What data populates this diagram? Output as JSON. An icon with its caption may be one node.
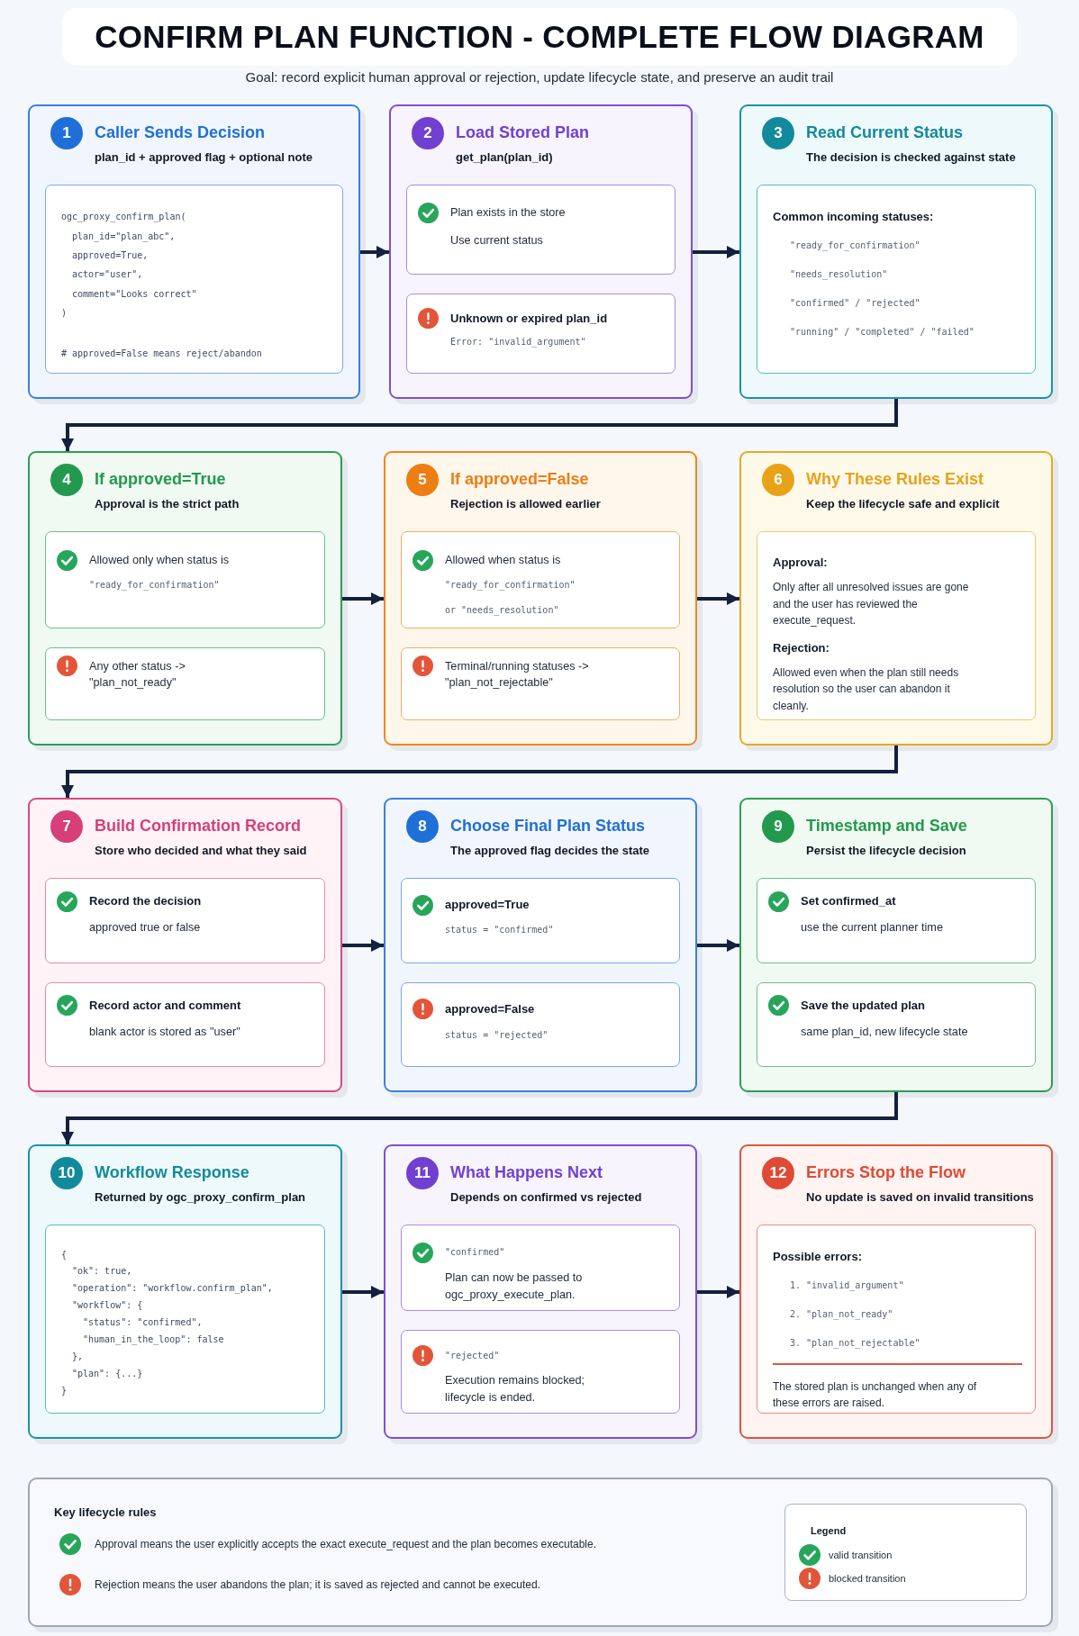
{
  "diagram": {
    "title": "CONFIRM PLAN FUNCTION - COMPLETE FLOW DIAGRAM",
    "nodes": [
      {
        "text": [
          "1",
          "Caller Sends Decision",
          "plan_id + approved flag + optional note"
        ]
      },
      {
        "text": [
          "ogc_proxy_confirm_plan(",
          "plan_id=\"plan_abc\",",
          "approved=True,",
          "actor=\"user\",",
          "comment=\"Looks correct\"",
          ")",
          "# approved=False means reject/abandon"
        ],
        "in": 0
      },
      {
        "text": [
          "2",
          "Load Stored Plan",
          "get_plan(plan_id)"
        ]
      },
      {
        "text": [
          "Plan exists in the store",
          "Use current status"
        ],
        "in": 2
      },
      {
        "text": [
          "Unknown or expired plan_id",
          "Error: \"invalid_argument\""
        ],
        "in": 2
      },
      {
        "text": [
          "3",
          "Read Current Status",
          "The decision is checked against state"
        ]
      },
      {
        "text": [
          "Common incoming statuses:",
          "\"ready_for_confirmation\"",
          "\"needs_resolution\"",
          "\"confirmed\" / \"rejected\"",
          "\"running\" / \"completed\" / \"failed\""
        ],
        "in": 5
      },
      {
        "text": [
          "4",
          "If approved=True",
          "Approval is the strict path"
        ]
      },
      {
        "text": [
          "Allowed only when status is",
          "\"ready_for_confirmation\""
        ],
        "in": 7
      },
      {
        "text": [
          "Any other status -> \"plan_not_ready\""
        ],
        "in": 7
      },
      {
        "text": [
          "5",
          "If approved=False",
          "Rejection is allowed earlier"
        ]
      },
      {
        "text": [
          "Allowed when status is",
          "\"ready_for_confirmation\"",
          "or \"needs_resolution\""
        ],
        "in": 10
      },
      {
        "text": [
          "Terminal/running statuses -> \"plan_not_rejectable\""
        ],
        "in": 10
      },
      {
        "text": [
          "6",
          "Why These Rules Exist",
          "Keep the lifecycle safe and explicit"
        ]
      },
      {
        "text": [
          "Approval:",
          "Only after all unresolved issues are gone and the user has reviewed the execute_request.",
          "Rejection:",
          "Allowed even when the plan still needs resolution so the user can abandon it cleanly."
        ],
        "in": 13
      },
      {
        "text": [
          "7",
          "Build Confirmation Record",
          "Store who decided and what they said"
        ]
      },
      {
        "text": [
          "Record the decision",
          "approved true or false"
        ],
        "in": 15
      },
      {
        "text": [
          "Record actor and comment",
          "blank actor is stored as \"user\""
        ],
        "in": 15
      },
      {
        "text": [
          "8",
          "Choose Final Plan Status",
          "The approved flag decides the state"
        ]
      },
      {
        "text": [
          "approved=True",
          "status = \"confirmed\""
        ],
        "in": 18
      },
      {
        "text": [
          "approved=False",
          "status = \"rejected\""
        ],
        "in": 18
      },
      {
        "text": [
          "9",
          "Timestamp and Save",
          "Persist the lifecycle decision"
        ]
      },
      {
        "text": [
          "Set confirmed_at",
          "use the current planner time"
        ],
        "in": 21
      },
      {
        "text": [
          "Save the updated plan",
          "same plan_id, new lifecycle state"
        ],
        "in": 21
      },
      {
        "text": [
          "10",
          "Workflow Response",
          "Returned by ogc_proxy_confirm_plan"
        ]
      },
      {
        "text": [
          "{",
          "\"ok\": true,",
          "\"operation\": \"workflow.confirm_plan\",",
          "\"workflow\": {",
          "\"status\": \"confirmed\",",
          "\"human_in_the_loop\": false",
          "},",
          "\"plan\": {...}",
          "}"
        ],
        "in": 24
      },
      {
        "text": [
          "11",
          "What Happens Next",
          "Depends on confirmed vs rejected"
        ]
      },
      {
        "text": [
          "\"confirmed\"",
          "Plan can now be passed to ogc_proxy_execute_plan."
        ],
        "in": 26
      },
      {
        "text": [
          "\"rejected\"",
          "Execution remains blocked; lifecycle is ended."
        ],
        "in": 26
      },
      {
        "text": [
          "12",
          "Errors Stop the Flow",
          "No update is saved on invalid transitions"
        ]
      },
      {
        "text": [
          "Possible errors:",
          "1. \"invalid_argument\"",
          "2. \"plan_not_ready\"",
          "3. \"plan_not_rejectable\"",
          "The stored plan is unchanged when any of these errors are raised."
        ],
        "in": 29
      },
      {
        "text": [
          "Key lifecycle rules",
          "Approval means the user explicitly accepts the exact execute_request and the plan becomes executable.",
          "Rejection means the user abandons the plan; it is saved as rejected and cannot be executed."
        ]
      }
    ],
    "edges": [
      {
        "from": 0,
        "to": 2,
        "arrow": "to"
      },
      {
        "from": 2,
        "to": 5,
        "arrow": "to"
      },
      {
        "from": 5,
        "to": 7,
        "arrow": "to"
      },
      {
        "from": 7,
        "to": 10,
        "arrow": "to"
      },
      {
        "from": 10,
        "to": 13,
        "arrow": "to"
      },
      {
        "from": 13,
        "to": 15,
        "arrow": "to"
      },
      {
        "from": 15,
        "to": 18,
        "arrow": "to"
      },
      {
        "from": 18,
        "to": 21,
        "arrow": "to"
      },
      {
        "from": 21,
        "to": 24,
        "arrow": "to"
      },
      {
        "from": 24,
        "to": 26,
        "arrow": "to"
      },
      {
        "from": 26,
        "to": 29,
        "arrow": "to"
      }
    ],
    "labels": [
      "Goal: record explicit human approval or rejection, update lifecycle state, and preserve an audit trail",
      "Legend"
    ],
    "legend": [
      {
        "text": "valid transition"
      },
      {
        "text": "blocked transition"
      }
    ]
  }
}
